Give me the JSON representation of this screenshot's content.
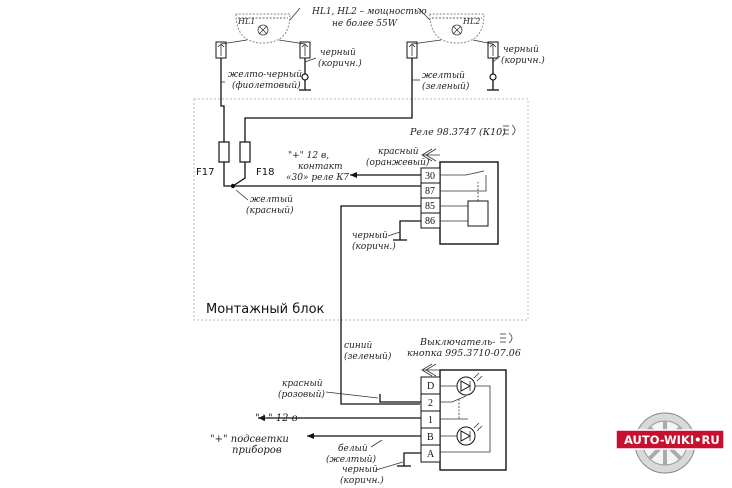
{
  "lamps": {
    "hl1": "HL1",
    "hl2": "HL2",
    "power_note_1": "HL1, HL2 – мощностью",
    "power_note_2": "не более 55W"
  },
  "wires": {
    "left_lamp_1": "желто-черный",
    "left_lamp_2": "(фиолетовый)",
    "left_ground_1": "черный",
    "left_ground_2": "(коричн.)",
    "right_lamp_1": "желтый",
    "right_lamp_2": "(зеленый)",
    "right_ground_1": "черный",
    "right_ground_2": "(коричн.)",
    "fuse_out_1": "желтый",
    "fuse_out_2": "(красный)",
    "relay_red_1": "красный",
    "relay_red_2": "(оранжевый)",
    "relay_ground_1": "черный",
    "relay_ground_2": "(коричн.)",
    "blue_1": "синий",
    "blue_2": "(зеленый)",
    "switch_red_1": "красный",
    "switch_red_2": "(розовый)",
    "white_1": "белый",
    "white_2": "(желтый)",
    "switch_ground_1": "черный",
    "switch_ground_2": "(коричн.)"
  },
  "fuses": {
    "f17": "F17",
    "f18": "F18"
  },
  "relay": {
    "name": "Реле 98.3747 (К10)",
    "pins": [
      "30",
      "87",
      "85",
      "86"
    ],
    "note_1": "\"+\" 12 в,",
    "note_2": "контакт",
    "note_3": "«30» реле К7"
  },
  "block_label": "Монтажный блок",
  "switch": {
    "name_1": "Выключатель-",
    "name_2": "кнопка 995.3710-07.06",
    "pins": [
      "D",
      "2",
      "1",
      "B",
      "A"
    ],
    "plus12": "\"+\" 12 в",
    "backlight_1": "\"+\" подсветки",
    "backlight_2": "приборов"
  },
  "watermark": "AUTO-WIKI•RU",
  "colors": {
    "line": "#111111",
    "box_border": "#bbbbbb",
    "watermark_bg": "#c8102e"
  },
  "icons": [
    "lamp-icon",
    "fog-light-icon",
    "relay-coil-icon",
    "ground-icon",
    "connector-icon",
    "indicator-led-icon",
    "wheel-logo-icon"
  ]
}
